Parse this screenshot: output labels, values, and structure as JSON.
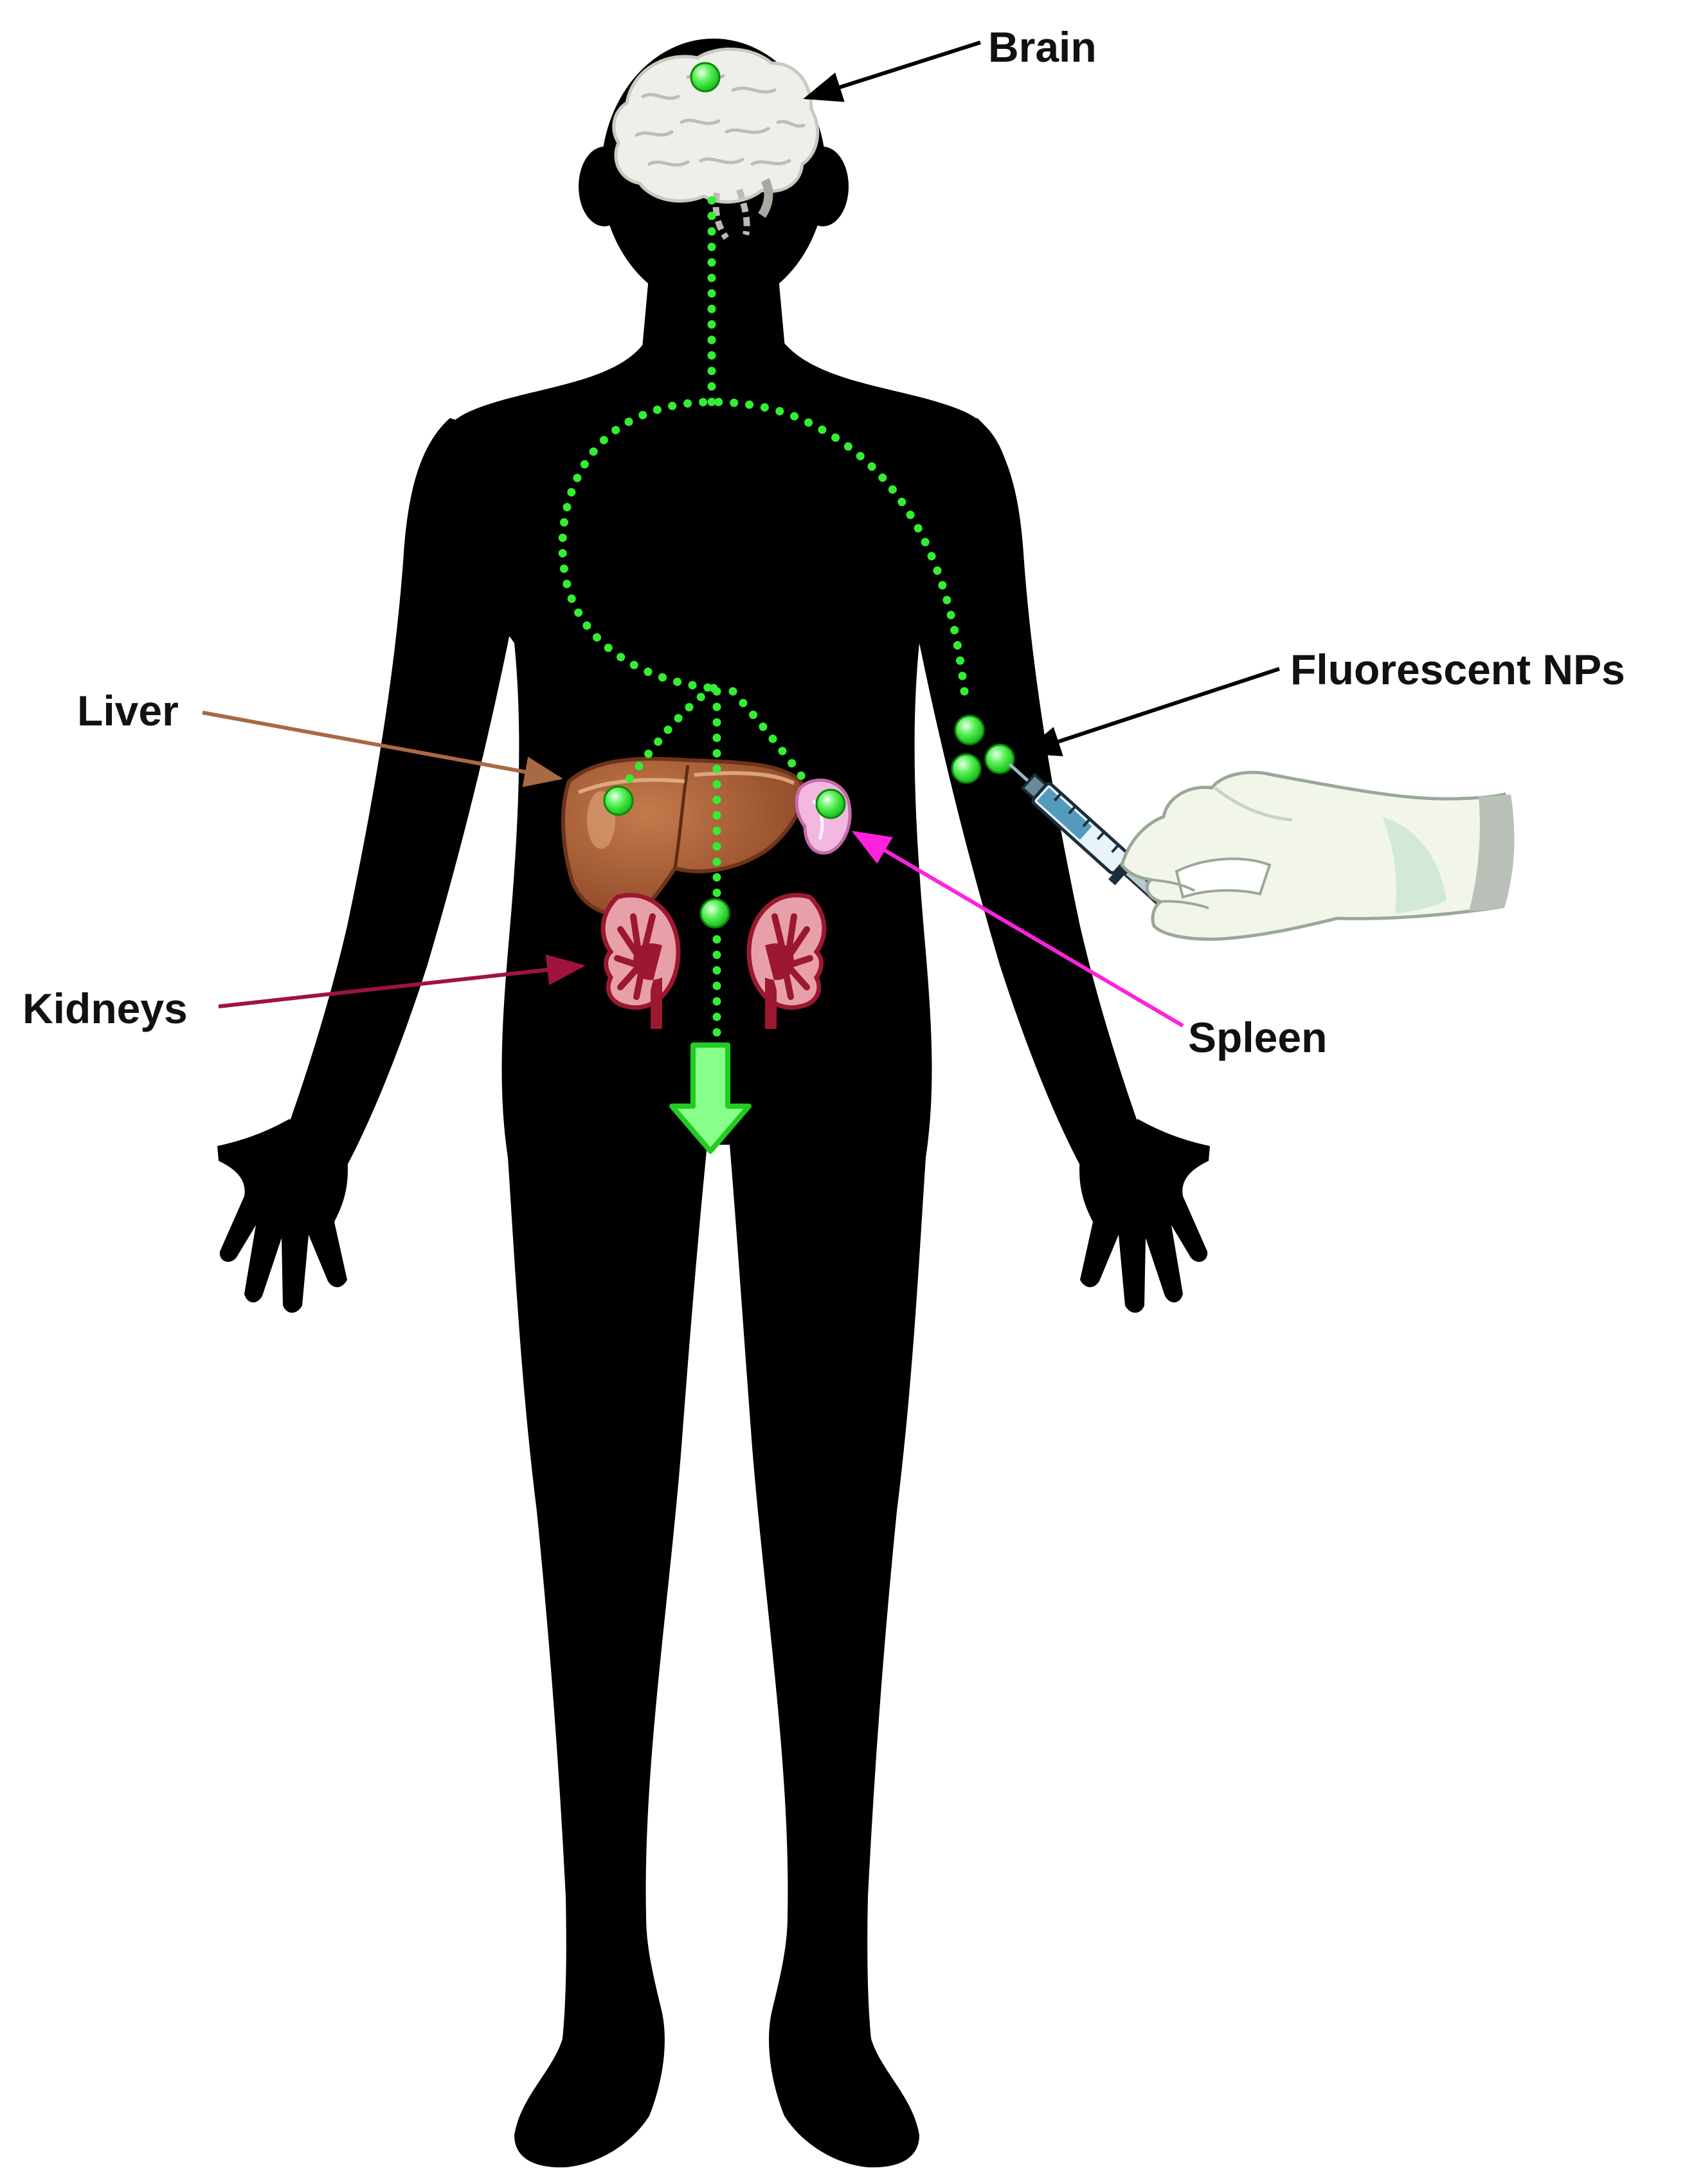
{
  "labels": {
    "brain": "Brain",
    "fluorescent_nps": "Fluorescent NPs",
    "liver": "Liver",
    "kidneys": "Kidneys",
    "spleen": "Spleen"
  },
  "icons": {
    "body": "human-body-silhouette-icon",
    "brain": "brain-icon",
    "liver": "liver-icon",
    "kidney": "kidney-icon",
    "spleen": "spleen-icon",
    "hand": "gloved-hand-icon",
    "syringe": "syringe-icon",
    "excretion": "down-arrow-icon"
  },
  "colors": {
    "background": "#ffffff",
    "silhouette": "#000000",
    "particle_green": "#22ee22",
    "pathway_green": "#33ee33",
    "brain_fill": "#eeeeea",
    "liver_fill": "#a85a32",
    "kidney_fill": "#e8a0a8",
    "kidney_core": "#9b1830",
    "spleen_fill": "#f2b8e0",
    "glove_fill": "#f2f6ea",
    "arrow_black": "#000000",
    "arrow_liver": "#a86a44",
    "arrow_kidneys": "#a0143c",
    "arrow_spleen": "#ff22dd",
    "label_text": "#111111"
  }
}
